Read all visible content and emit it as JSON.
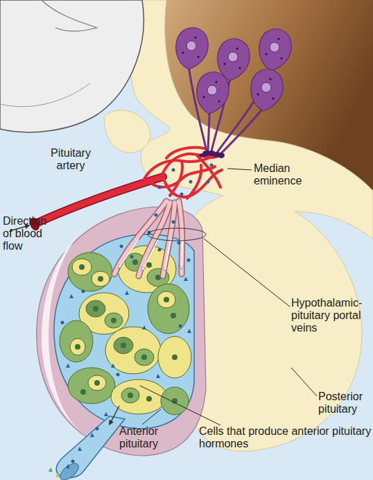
{
  "diagram": {
    "labels": [
      "Pituitary artery",
      "Direction of blood flow",
      "Median eminence",
      "Hypothalamic-pituitary portal veins",
      "Posterior pituitary",
      "Anterior pituitary",
      "Cells that produce anterior pituitary hormones"
    ]
  }
}
